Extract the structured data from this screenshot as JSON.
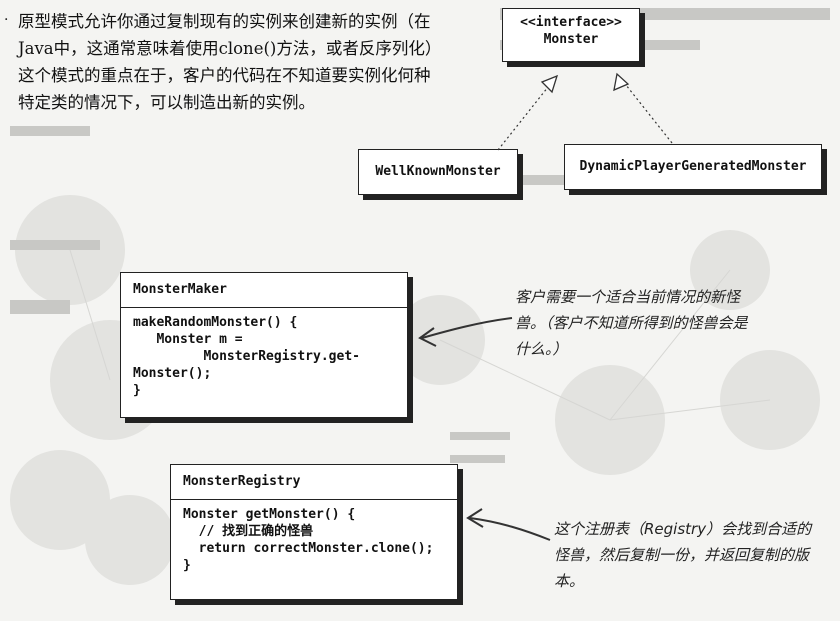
{
  "intro": {
    "bullet": "·",
    "lines": [
      "原型模式允许你通过复制现有的实例来创建新的实例（在",
      "Java中，这通常意味着使用clone()方法，或者反序列化）",
      "这个模式的重点在于，客户的代码在不知道要实例化何种",
      "特定类的情况下，可以制造出新的实例。"
    ]
  },
  "interface_box": {
    "stereotype": "<<interface>>",
    "name": "Monster"
  },
  "subclasses": [
    "WellKnownMonster",
    "DynamicPlayerGeneratedMonster"
  ],
  "monster_maker": {
    "title": "MonsterMaker",
    "code": "makeRandomMonster() {\n   Monster m =\n         MonsterRegistry.get-\nMonster();\n}"
  },
  "monster_registry": {
    "title": "MonsterRegistry",
    "code": "Monster getMonster() {\n  // 找到正确的怪兽\n  return correctMonster.clone();\n}"
  },
  "notes": {
    "client_note": "客户需要一个适合当前情况的新怪兽。（客户不知道所得到的怪兽会是什么。）",
    "registry_note": "这个注册表（Registry）会找到合适的怪兽，然后复制一份，并返回复制的版本。"
  }
}
